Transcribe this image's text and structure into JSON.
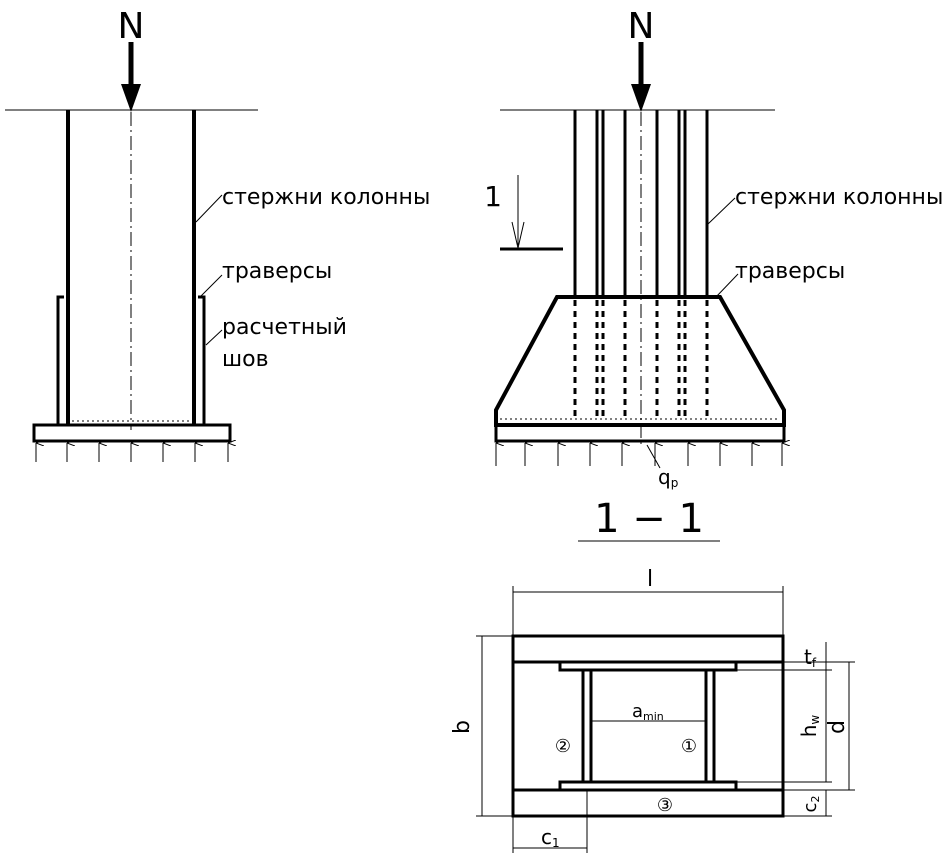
{
  "left_view": {
    "load_label": "N",
    "label_rods": "стержни колонны",
    "label_traverses": "траверсы",
    "label_weld_line1": "расчетный",
    "label_weld_line2": "шов"
  },
  "right_view": {
    "load_label": "N",
    "section_mark": "1",
    "label_rods": "стержни колонны",
    "label_traverses": "траверсы",
    "pressure_label": "q",
    "pressure_sub": "p"
  },
  "section": {
    "title": "1 − 1",
    "dim_l": "l",
    "dim_b": "b",
    "dim_amin": "a",
    "dim_amin_sub": "min",
    "dim_hw": "h",
    "dim_hw_sub": "w",
    "dim_d": "d",
    "dim_tf": "t",
    "dim_tf_sub": "f",
    "dim_c2": "c",
    "dim_c2_sub": "2",
    "dim_c1": "c",
    "dim_c1_sub": "1",
    "marker_1": "①",
    "marker_2": "②",
    "marker_3": "③"
  }
}
